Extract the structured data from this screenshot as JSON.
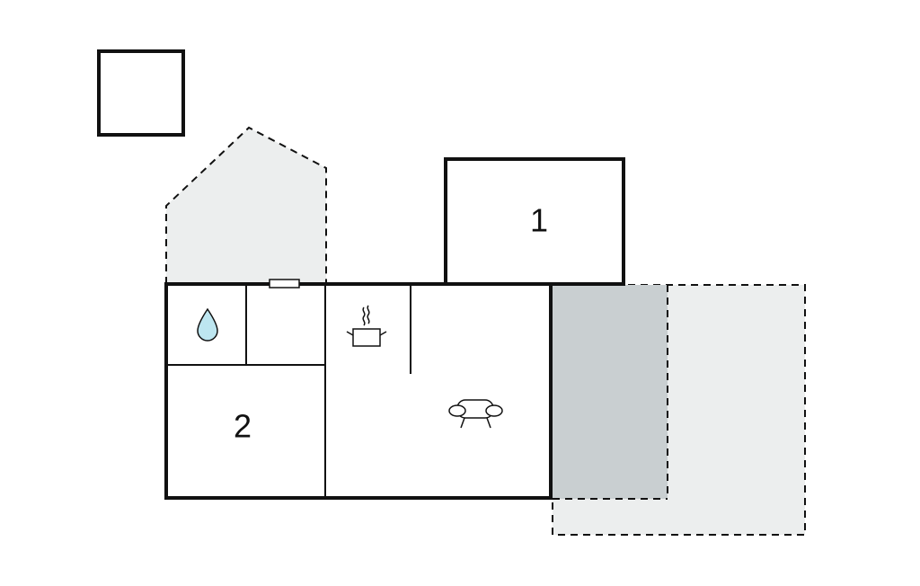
{
  "floorplan": {
    "rooms": [
      {
        "id": "bedroom-1",
        "label": "1"
      },
      {
        "id": "bedroom-2",
        "label": "2"
      }
    ],
    "icons": [
      {
        "name": "water-drop-icon",
        "meaning": "bathroom"
      },
      {
        "name": "cooking-pot-icon",
        "meaning": "kitchen"
      },
      {
        "name": "sofa-icon",
        "meaning": "living room"
      }
    ],
    "colors": {
      "wall": "#111111",
      "terrace_light": "#eceeee",
      "terrace_covered": "#c9cfd1",
      "water": "#bde6f0",
      "background": "#ffffff"
    }
  }
}
